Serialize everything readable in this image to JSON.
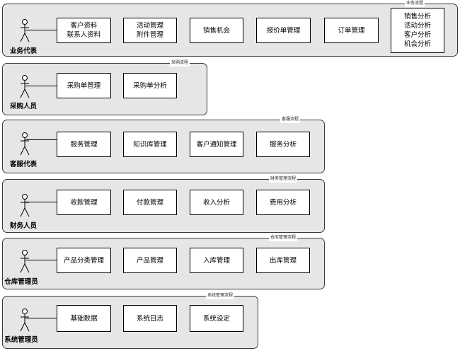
{
  "lanes": [
    {
      "title": "业务流程",
      "role": "业务代表",
      "boxes": [
        "客户资料\n联系人资料",
        "活动管理\n附件管理",
        "销售机会",
        "报价单管理",
        "订单管理",
        "销售分析\n活动分析\n客户分析\n机会分析"
      ]
    },
    {
      "title": "采购流程",
      "role": "采购人员",
      "boxes": [
        "采购单管理",
        "采购单分析"
      ]
    },
    {
      "title": "客服流程",
      "role": "客服代表",
      "boxes": [
        "服务管理",
        "知识库管理",
        "客户通知管理",
        "服务分析"
      ]
    },
    {
      "title": "财务管理流程",
      "role": "财务人员",
      "boxes": [
        "收款管理",
        "付款管理",
        "收入分析",
        "费用分析"
      ]
    },
    {
      "title": "仓库管理流程",
      "role": "仓库管理员",
      "boxes": [
        "产品分类管理",
        "产品管理",
        "入库管理",
        "出库管理"
      ]
    },
    {
      "title": "系统管理流程",
      "role": "系统管理员",
      "boxes": [
        "基础数据",
        "系统日志",
        "系统设定"
      ]
    }
  ]
}
